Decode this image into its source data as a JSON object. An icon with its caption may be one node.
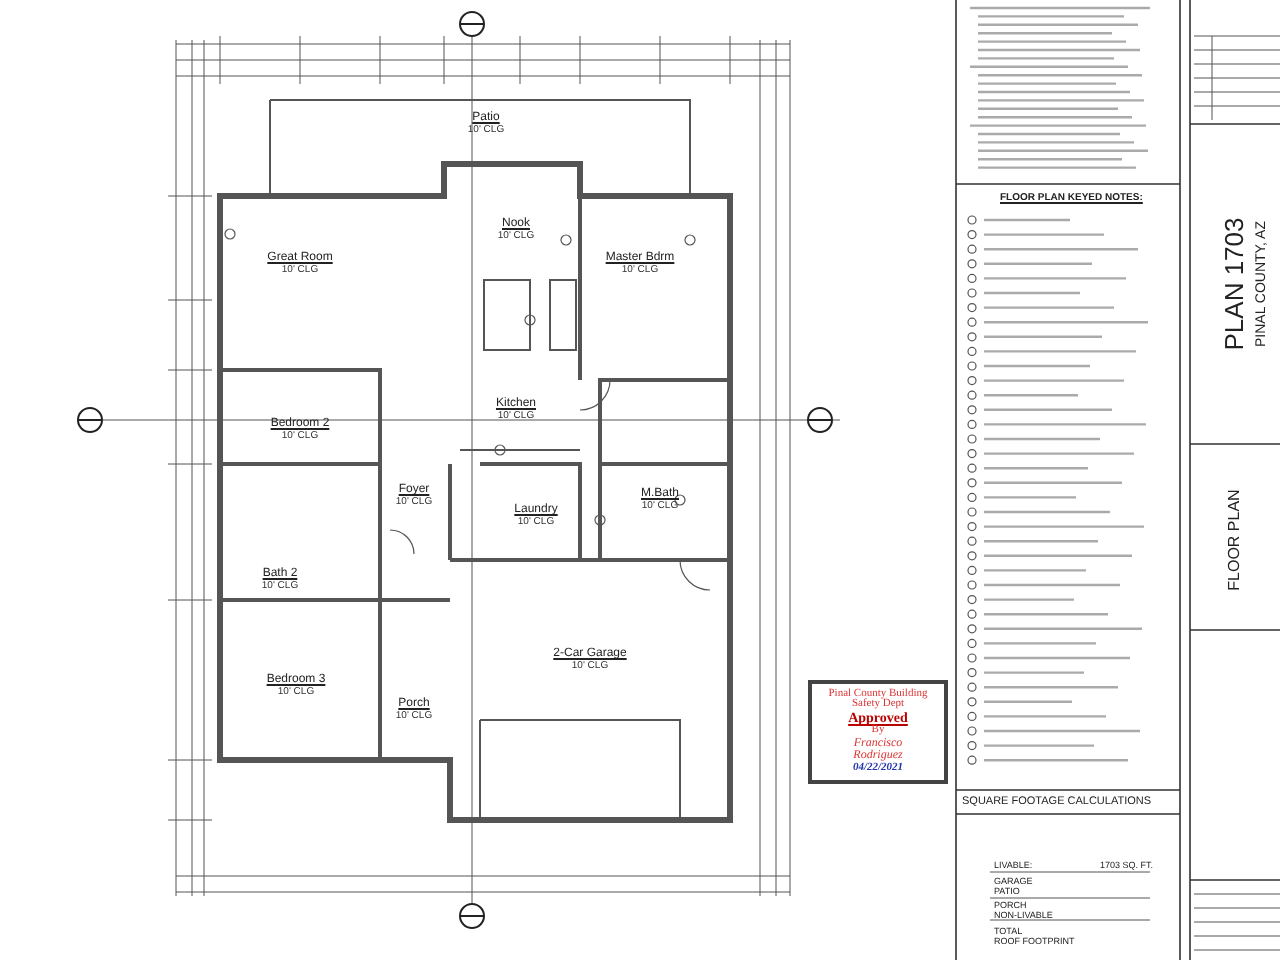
{
  "diagram": {
    "nodes": [
      {
        "text": [
          "Patio",
          "10' CLG"
        ]
      },
      {
        "text": [
          "Nook",
          "10' CLG"
        ]
      },
      {
        "text": [
          "Great Room",
          "10' CLG"
        ]
      },
      {
        "text": [
          "Master Bdrm",
          "10' CLG"
        ]
      },
      {
        "text": [
          "Bedroom 2",
          "10' CLG"
        ]
      },
      {
        "text": [
          "Kitchen",
          "10' CLG"
        ]
      },
      {
        "text": [
          "Foyer",
          "10' CLG"
        ]
      },
      {
        "text": [
          "Laundry",
          "10' CLG"
        ]
      },
      {
        "text": [
          "M.Bath",
          "10' CLG"
        ]
      },
      {
        "text": [
          "Bath 2",
          "10' CLG"
        ]
      },
      {
        "text": [
          "2-Car Garage",
          "10' CLG"
        ]
      },
      {
        "text": [
          "Bedroom 3",
          "10' CLG"
        ]
      },
      {
        "text": [
          "Porch",
          "10' CLG"
        ]
      },
      {
        "text": [
          "Pinal County Building Safety Dept",
          "Approved",
          "By",
          "Francisco Rodriguez",
          "04/22/2021"
        ]
      }
    ],
    "labels": [
      "FLOOR PLAN KEYED NOTES:",
      "SQUARE FOOTAGE CALCULATIONS",
      "LIVABLE:",
      "1703 SQ. FT.",
      "GARAGE",
      "PATIO",
      "PORCH",
      "NON-LIVABLE",
      "TOTAL",
      "ROOF FOOTPRINT",
      "PLAN 1703",
      "PINAL COUNTY, AZ",
      "FLOOR PLAN"
    ]
  }
}
